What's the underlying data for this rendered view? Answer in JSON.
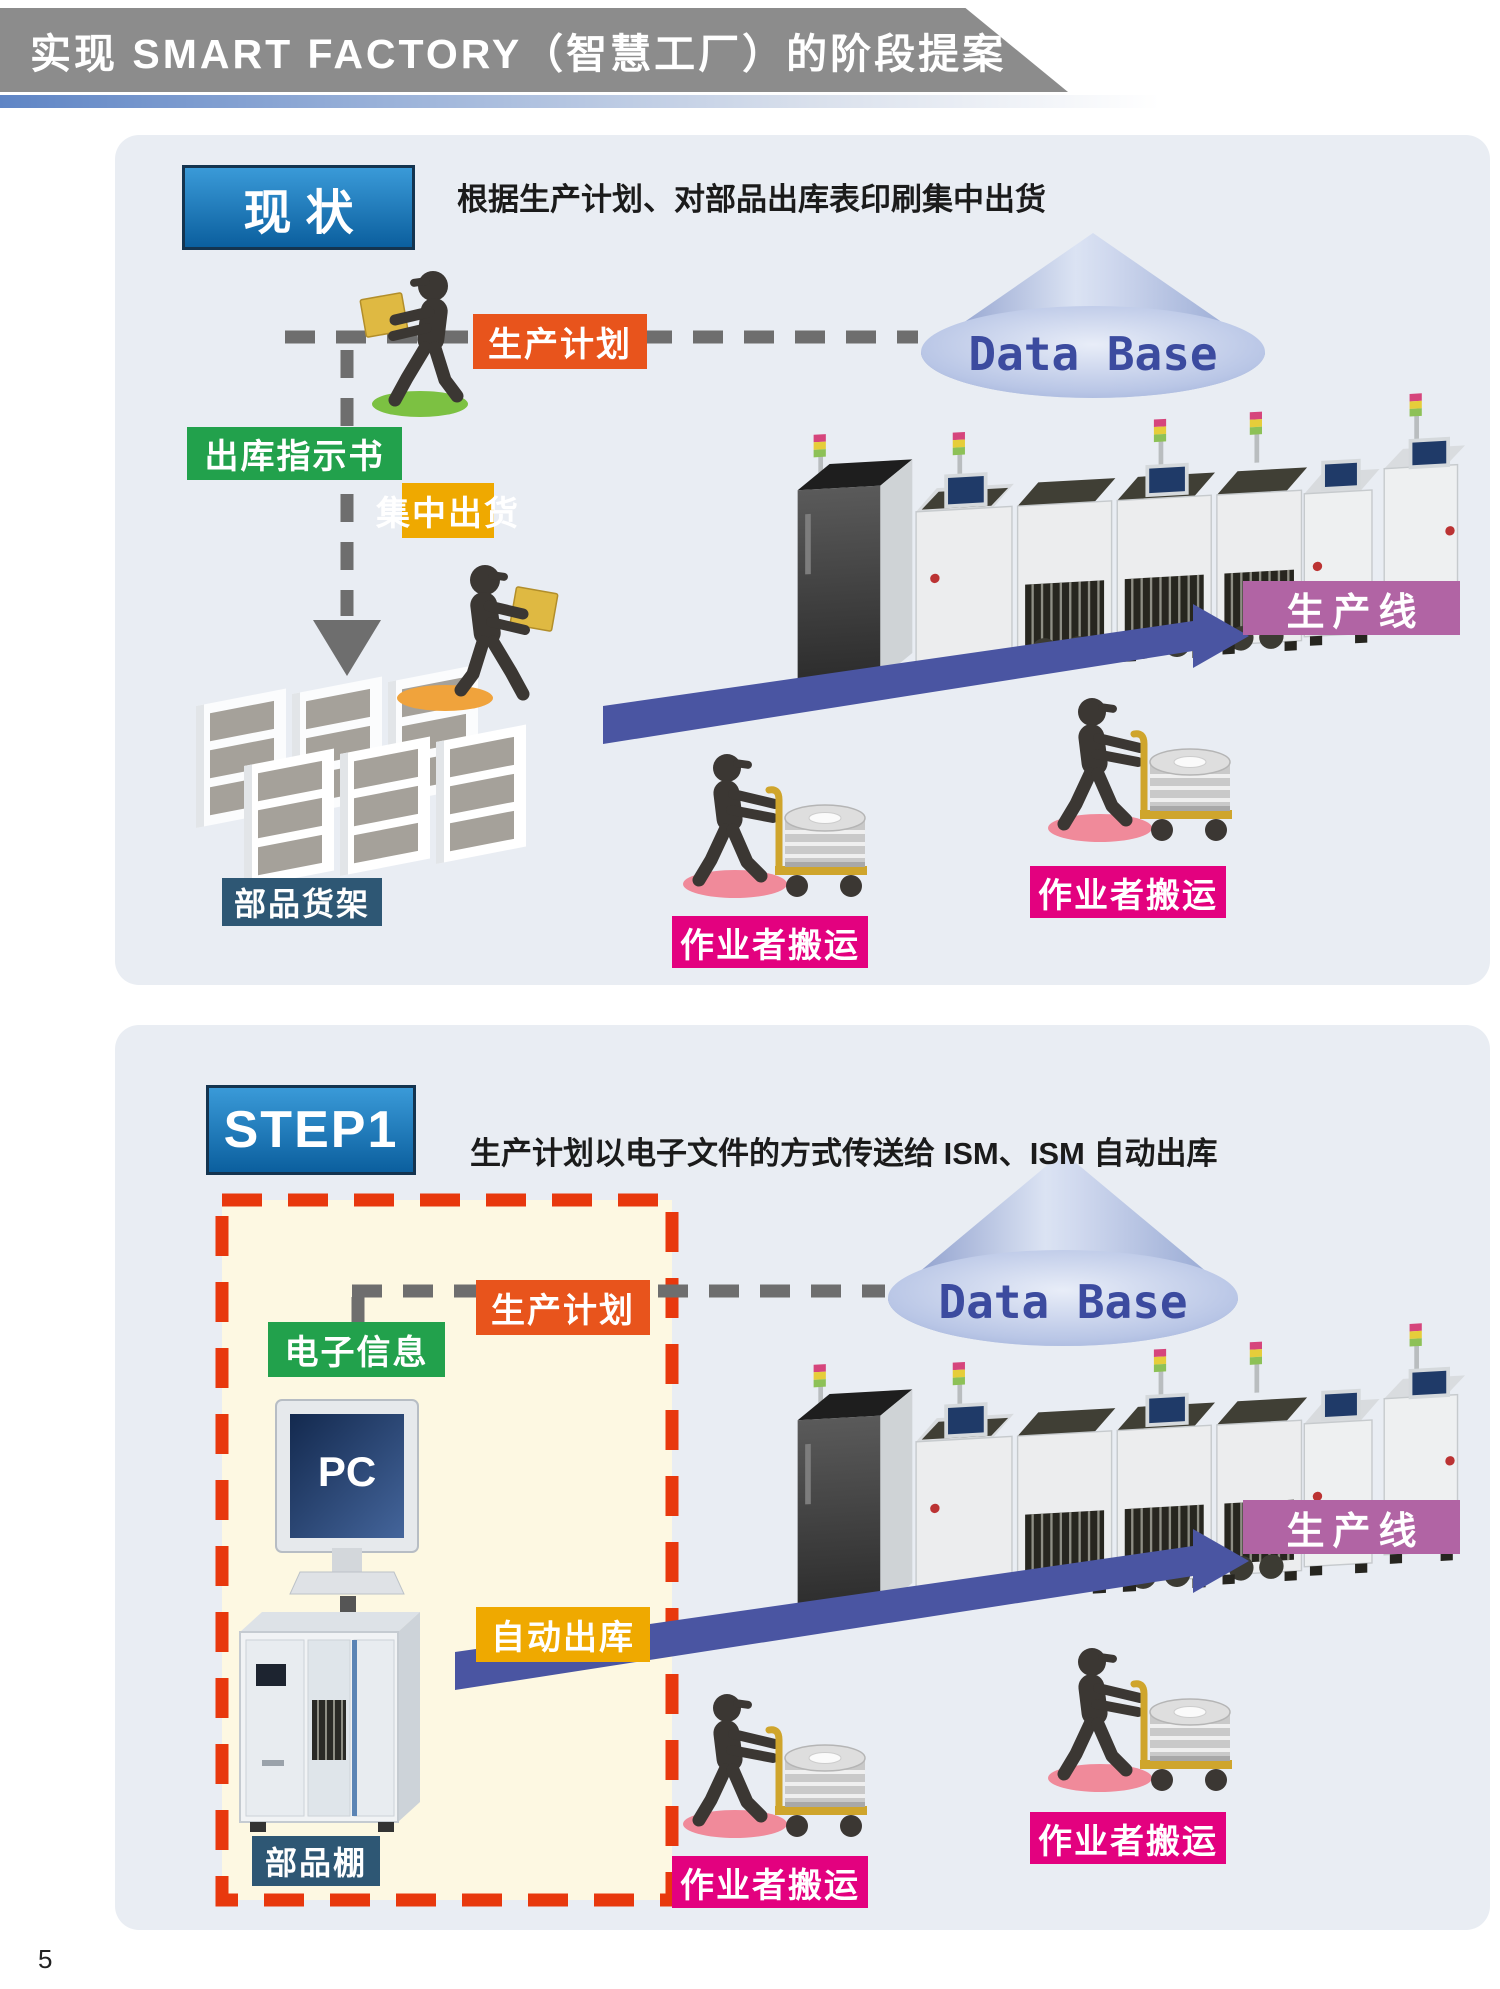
{
  "palette": {
    "banner_gray": "#8c8c8c",
    "panel_bg": "#e9edf3",
    "badge_top": "#3a9ad8",
    "badge_bottom": "#0b5f9e",
    "badge_border": "#14344f",
    "orange": "#e8541c",
    "green": "#22a14c",
    "amber": "#efa900",
    "magenta": "#e3017f",
    "purple": "#b164a4",
    "slate": "#2e5774",
    "arrow_blue": "#4a55a2",
    "dash_gray": "#6e6e6e",
    "red_dash": "#e8380d",
    "cream": "#fdf8e2",
    "cone_text": "#3c4b9f"
  },
  "header": {
    "title": "实现 SMART FACTORY（智慧工厂）的阶段提案"
  },
  "page_number": "5",
  "panel1": {
    "badge": "现状",
    "caption": "根据生产计划、对部品出库表印刷集中出货",
    "labels": {
      "production_plan": "生产计划",
      "outbound_instruction": "出库指示书",
      "consolidated_shipping": "集中出货",
      "parts_shelf": "部品货架",
      "worker_transport_left": "作业者搬运",
      "worker_transport_right": "作业者搬运",
      "production_line": "生产线",
      "database": "Data Base"
    }
  },
  "panel2": {
    "badge": "STEP1",
    "caption": "生产计划以电子文件的方式传送给 ISM、ISM 自动出库",
    "labels": {
      "production_plan": "生产计划",
      "electronic_info": "电子信息",
      "pc": "PC",
      "auto_outbound": "自动出库",
      "parts_rack": "部品棚",
      "worker_transport_left": "作业者搬运",
      "worker_transport_right": "作业者搬运",
      "production_line": "生产线",
      "database": "Data Base"
    }
  }
}
